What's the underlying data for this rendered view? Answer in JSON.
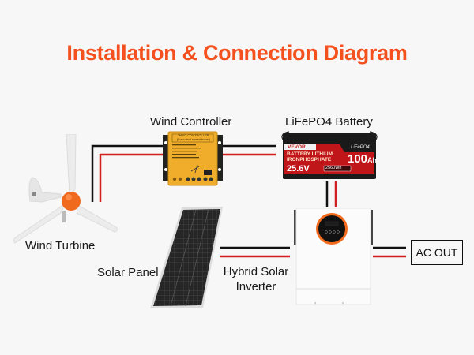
{
  "title": "Installation & Connection Diagram",
  "colors": {
    "title": "#f4511e",
    "wire_positive": "#d21f1f",
    "wire_negative": "#111111",
    "accent_orange": "#f26a1b"
  },
  "components": {
    "wind_turbine": {
      "label": "Wind Turbine",
      "icon": "wind-turbine-icon"
    },
    "wind_controller": {
      "label": "Wind Controller",
      "panel_title": "WIND CONTROLLER",
      "panel_subtitle": "(Low wind speed boost)",
      "icon": "charge-controller-icon"
    },
    "battery": {
      "label": "LiFePO4 Battery",
      "brand": "VEVOR",
      "chem": "LiFePO4",
      "line1": "BATTERY LITHIUM",
      "line2": "IRONPHOSPHATE",
      "voltage": "25.6V",
      "energy": "2560Wh",
      "capacity": "100",
      "capacity_unit": "Ah",
      "icon": "battery-icon"
    },
    "solar_panel": {
      "label": "Solar Panel",
      "icon": "solar-panel-icon"
    },
    "inverter": {
      "label_line1": "Hybrid Solar",
      "label_line2": "Inverter",
      "icon": "inverter-icon"
    },
    "ac_out": {
      "label": "AC OUT"
    }
  },
  "connections": [
    {
      "from": "wind_turbine",
      "to": "wind_controller"
    },
    {
      "from": "wind_controller",
      "to": "battery"
    },
    {
      "from": "battery",
      "to": "inverter"
    },
    {
      "from": "solar_panel",
      "to": "inverter"
    },
    {
      "from": "inverter",
      "to": "ac_out"
    }
  ]
}
